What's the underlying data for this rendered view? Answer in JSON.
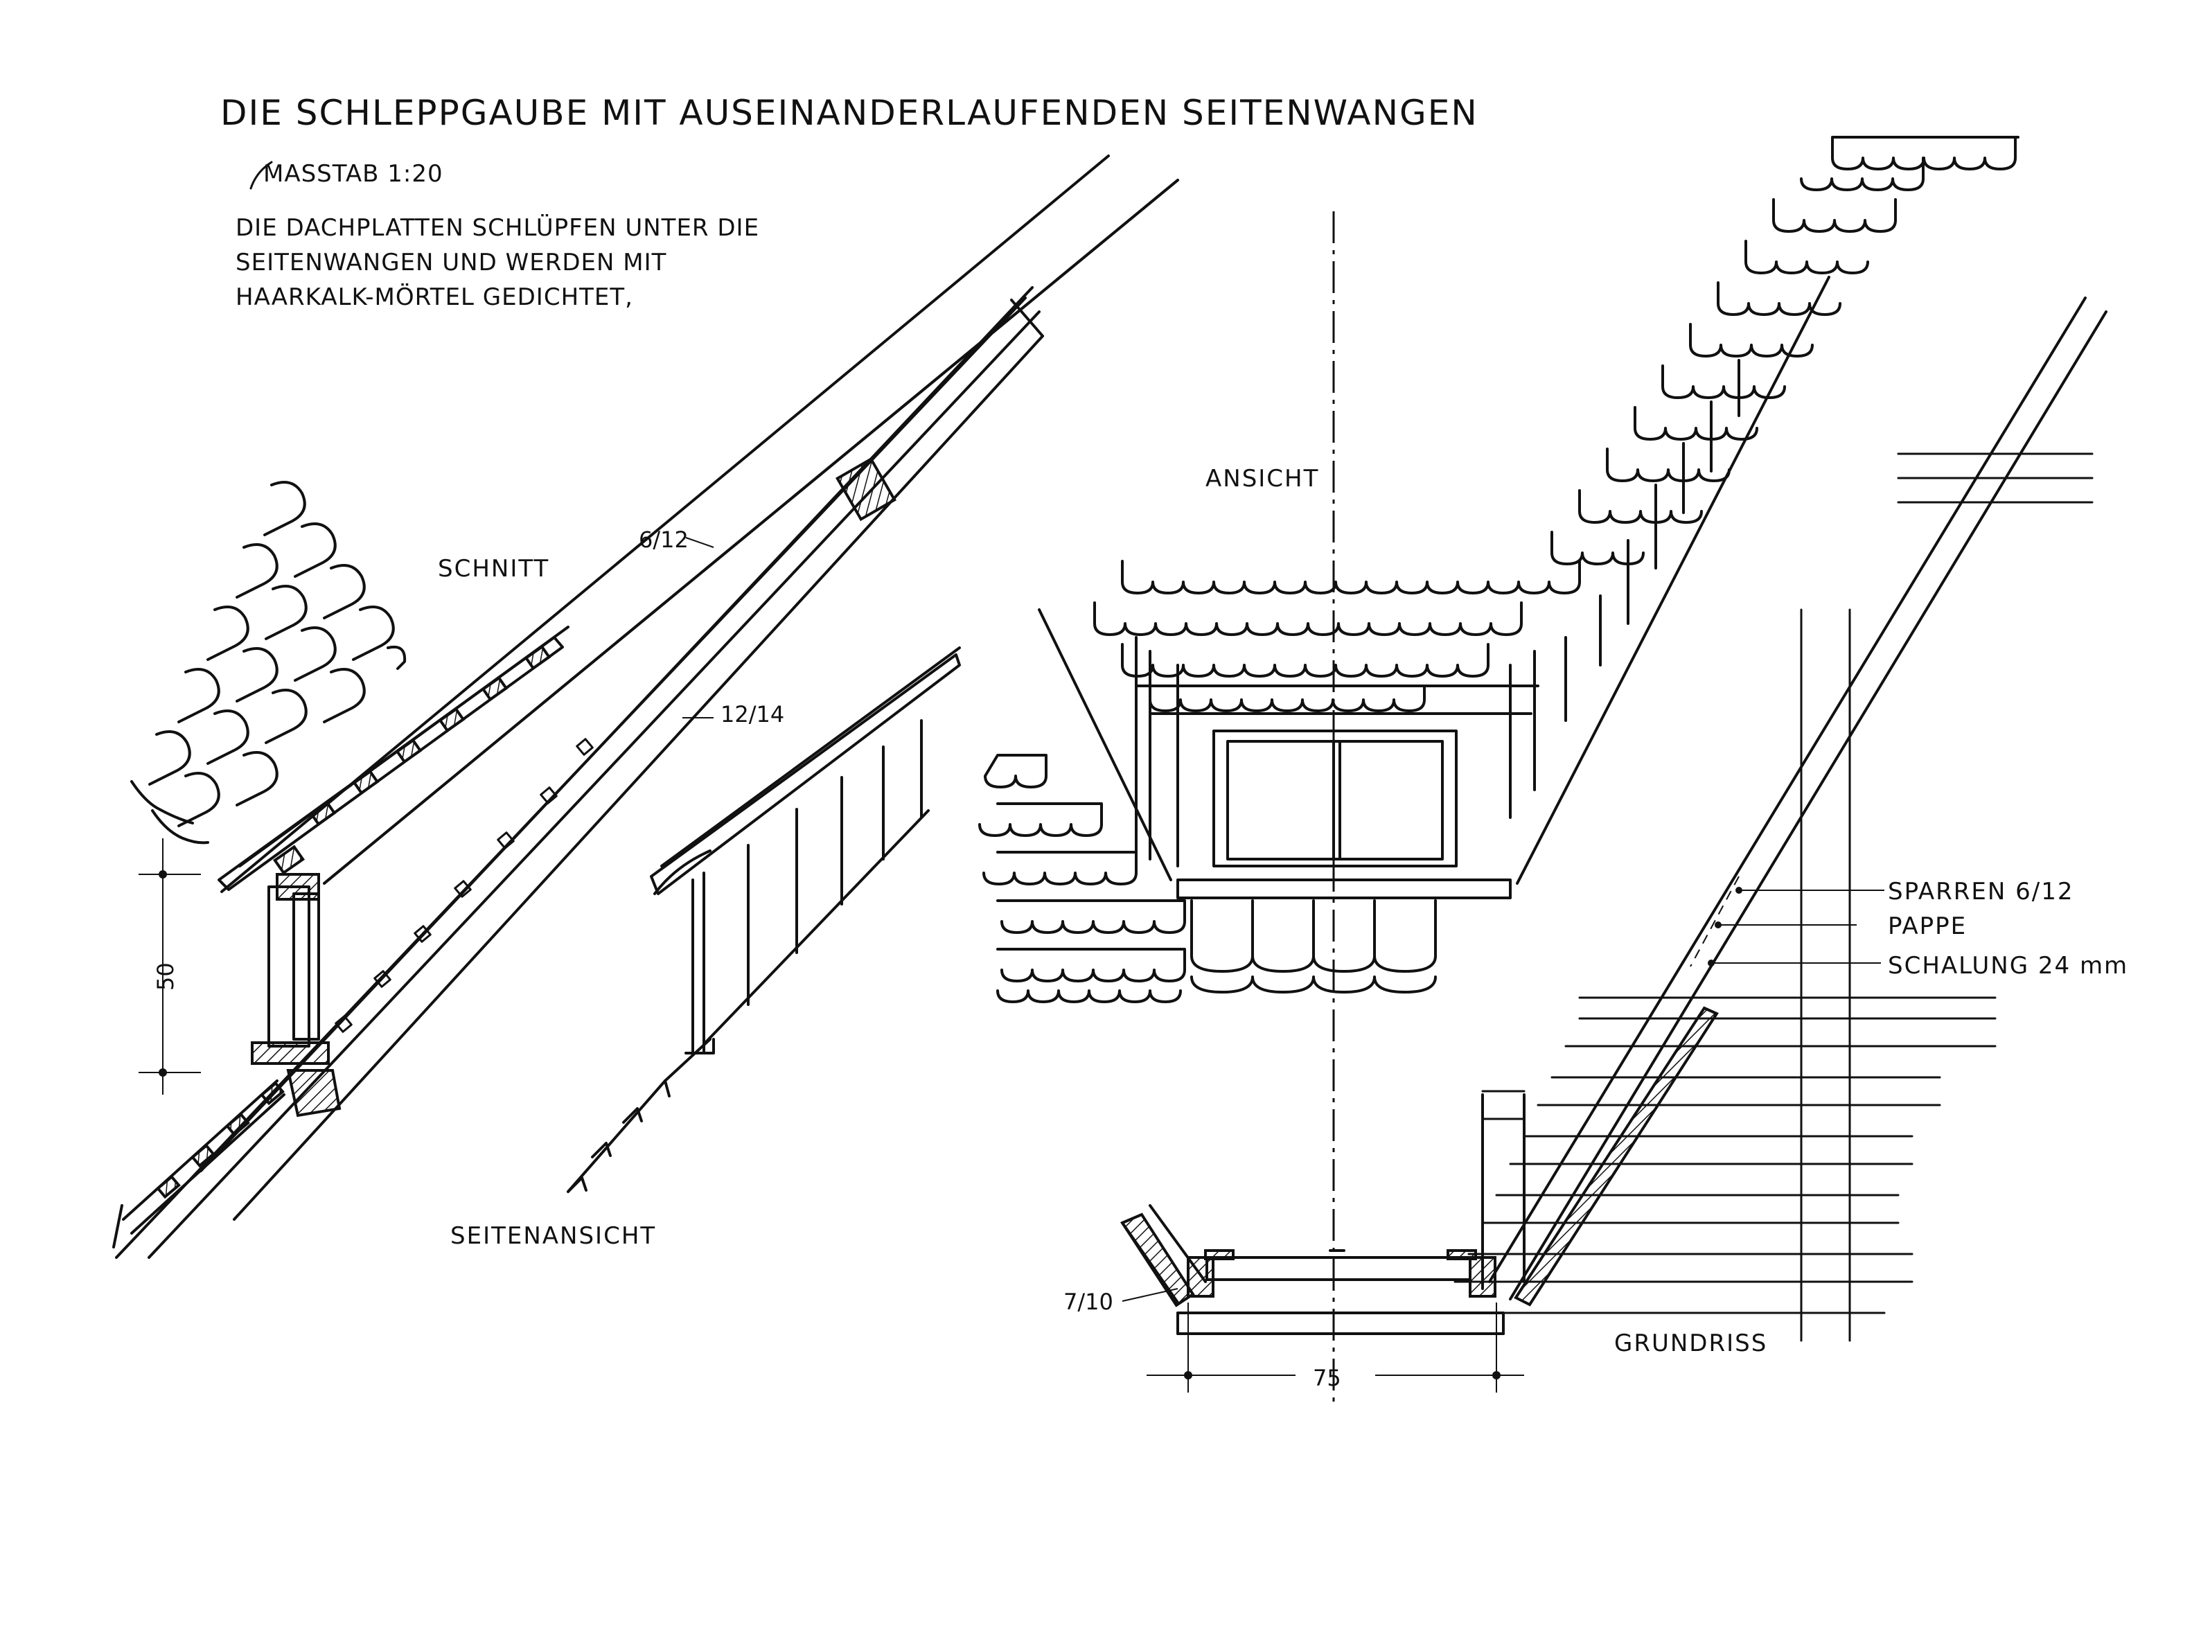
{
  "title": "DIE SCHLEPPGAUBE MIT AUSEINANDERLAUFENDEN SEITENWANGEN",
  "scale": "MASSTAB 1:20",
  "note_lines": [
    "DIE DACHPLATTEN SCHLÜPFEN UNTER DIE",
    "SEITENWANGEN UND WERDEN MIT",
    "HAARKALK-MÖRTEL GEDICHTET,"
  ],
  "views": {
    "schnitt": "SCHNITT",
    "ansicht": "ANSICHT",
    "seitenansicht": "SEITENANSICHT",
    "grundriss": "GRUNDRISS"
  },
  "dimensions": {
    "rafter_upper": "6/12",
    "rafter_lower": "12/14",
    "height": "50",
    "cheek": "7/10",
    "width": "75"
  },
  "legend": [
    "SPARREN 6/12",
    "PAPPE",
    "SCHALUNG 24 mm"
  ]
}
